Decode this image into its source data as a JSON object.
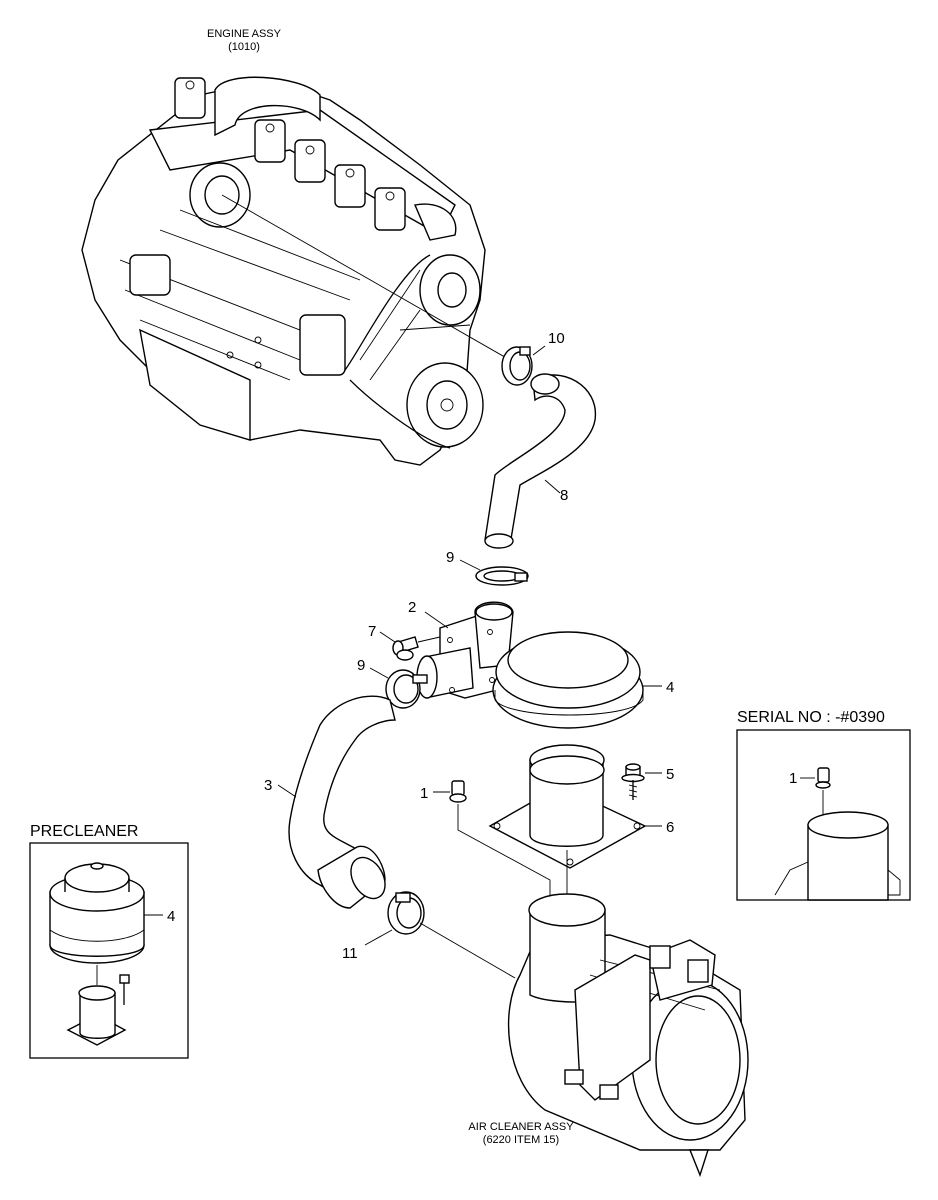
{
  "labels": {
    "engine_assy": "ENGINE ASSY",
    "engine_ref": "(1010)",
    "air_cleaner_assy": "AIR CLEANER ASSY",
    "air_cleaner_ref": "(6220 ITEM 15)",
    "serial_no": "SERIAL NO : -#0390",
    "precleaner": "PRECLEANER"
  },
  "callouts": {
    "c1": "1",
    "c2": "2",
    "c3": "3",
    "c4": "4",
    "c5": "5",
    "c6": "6",
    "c7": "7",
    "c8": "8",
    "c9a": "9",
    "c9b": "9",
    "c10": "10",
    "c11": "11",
    "serial_c1": "1",
    "precleaner_c4": "4"
  }
}
